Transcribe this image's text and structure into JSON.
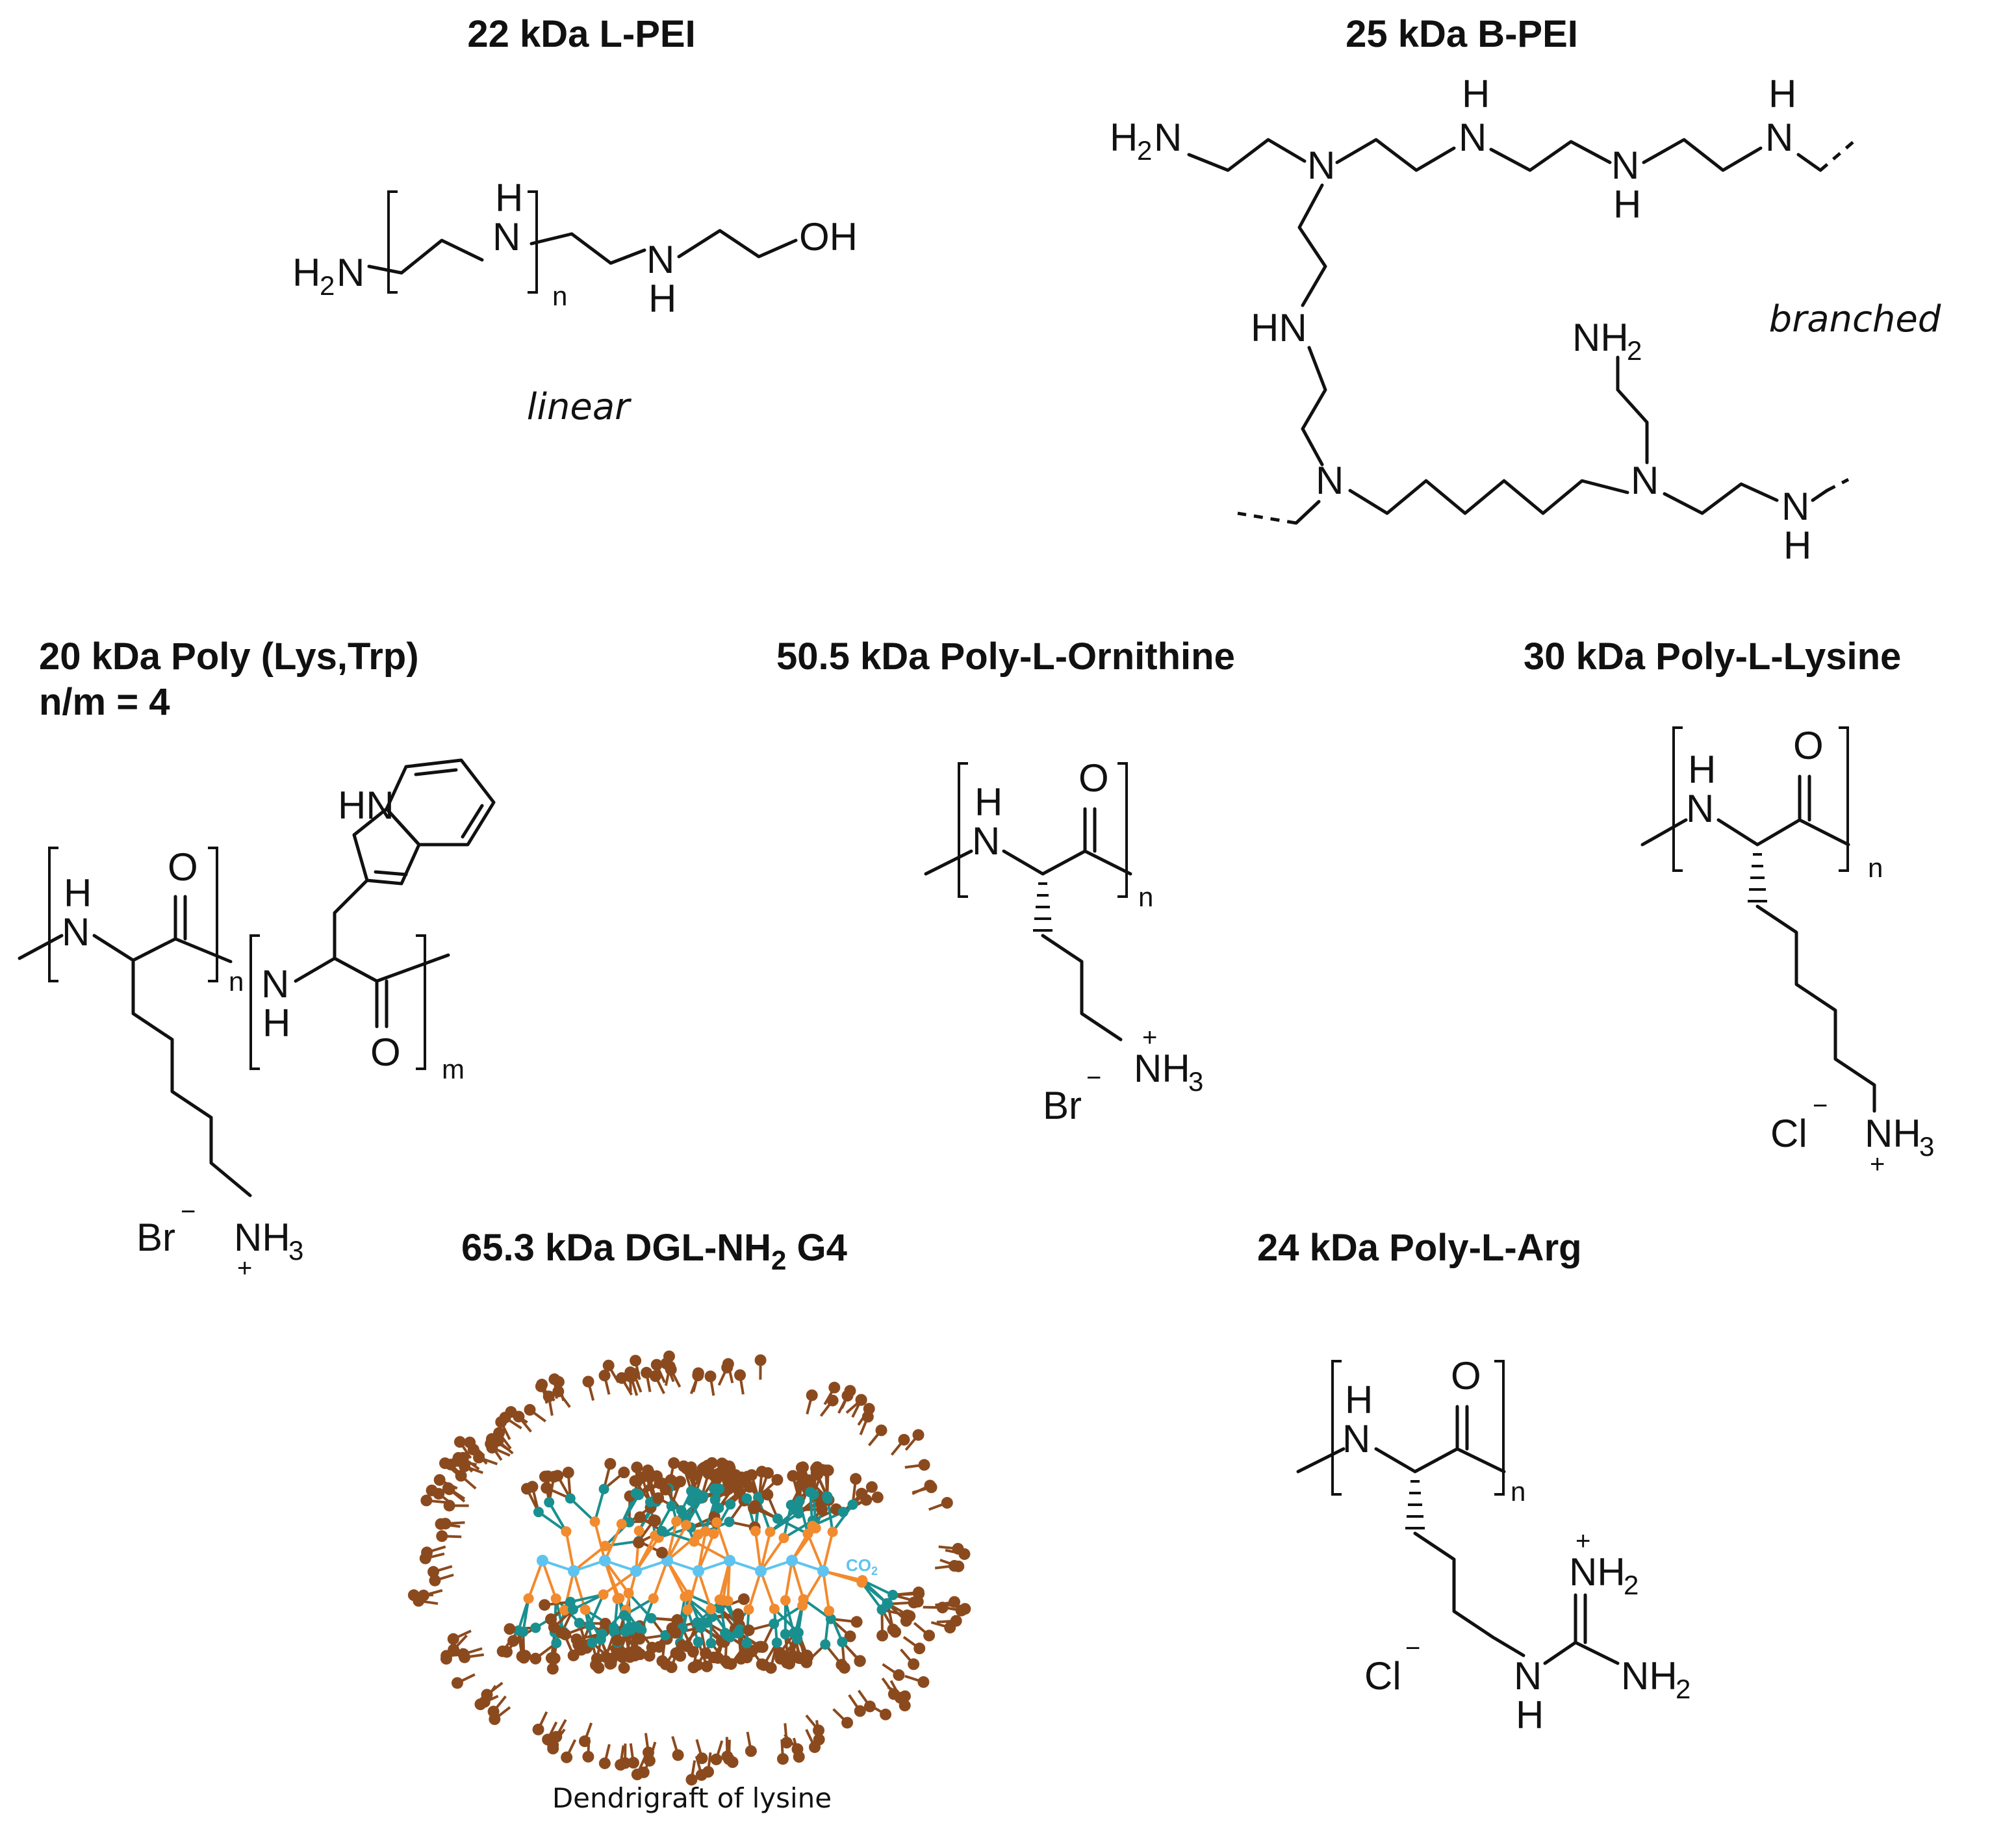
{
  "colors": {
    "ink": "#111111",
    "dendrimer_core": "#5ec3ef",
    "dendrimer_g1": "#f28a2e",
    "dendrimer_g2": "#1a8f8f",
    "dendrimer_g3": "#8b4a1e"
  },
  "panels": {
    "lpei": {
      "title": "22 kDa L-PEI",
      "subtitle": "linear",
      "labels": {
        "h2n": "H",
        "h2n_sub": "2",
        "h2n_n": "N",
        "nh_h": "H",
        "nh_n": "N",
        "repeat": "n",
        "n2": "N",
        "h2": "H",
        "oh": "OH"
      }
    },
    "bpei": {
      "title": "25 kDa B-PEI",
      "subtitle": "branched",
      "labels": {
        "h2n": "H",
        "h2n_sub": "2",
        "h2n_n": "N",
        "n": "N",
        "h": "H",
        "hn": "HN",
        "nh2": "NH",
        "nh2_sub": "2"
      }
    },
    "polylystrp": {
      "title": "20 kDa Poly (Lys,Trp)",
      "subtitle": "n/m = 4",
      "labels": {
        "h": "H",
        "n": "N",
        "o": "O",
        "repeat_n": "n",
        "repeat_m": "m",
        "hn": "HN",
        "br": "Br",
        "minus": "−",
        "nh3": "NH",
        "nh3_sub": "3",
        "plus": "+"
      }
    },
    "ornithine": {
      "title": "50.5 kDa Poly-L-Ornithine",
      "labels": {
        "h": "H",
        "n": "N",
        "o": "O",
        "repeat": "n",
        "plus": "+",
        "nh3": "NH",
        "nh3_sub": "3",
        "br": "Br",
        "minus": "−"
      }
    },
    "lysine": {
      "title": "30 kDa Poly-L-Lysine",
      "labels": {
        "h": "H",
        "n": "N",
        "o": "O",
        "repeat": "n",
        "cl": "Cl",
        "minus": "−",
        "nh3": "NH",
        "nh3_sub": "3",
        "plus": "+"
      }
    },
    "dgl": {
      "title_a": "65.3 kDa DGL-NH",
      "title_sub": "2",
      "title_b": " G4",
      "core_label": "CO",
      "core_label_sub": "2",
      "caption": "Dendrigraft of lysine"
    },
    "arg": {
      "title": "24 kDa Poly-L-Arg",
      "labels": {
        "h": "H",
        "n": "N",
        "o": "O",
        "repeat": "n",
        "plus": "+",
        "nh2": "NH",
        "nh2_sub": "2",
        "cl": "Cl",
        "minus": "−"
      }
    }
  }
}
